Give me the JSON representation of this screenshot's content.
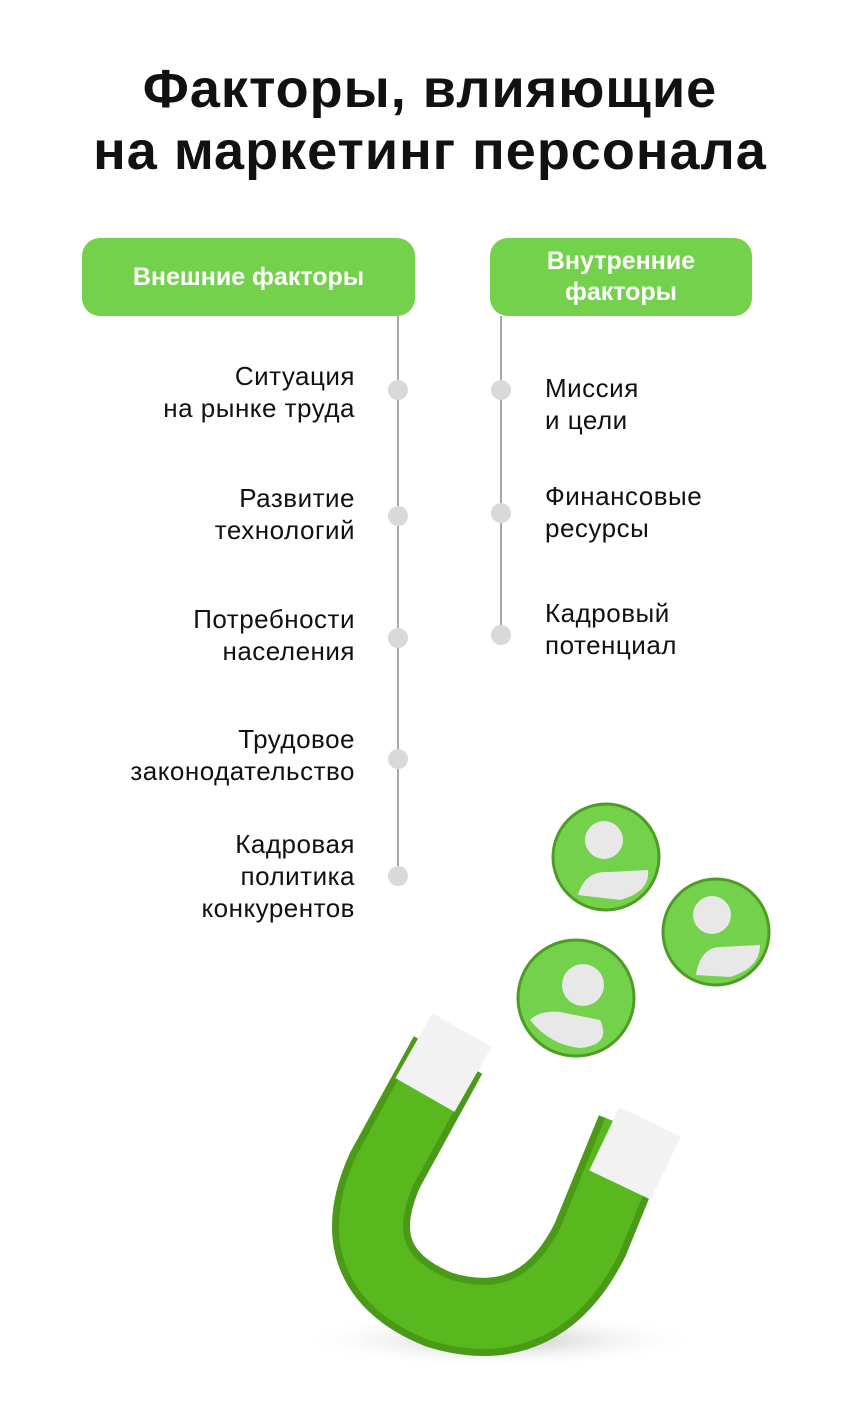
{
  "title": {
    "line1": "Факторы, влияющие",
    "line2": "на маркетинг персонала"
  },
  "external": {
    "header": "Внешние факторы",
    "items": [
      {
        "line1": "Ситуация",
        "line2": "на рынке труда"
      },
      {
        "line1": "Развитие",
        "line2": "технологий"
      },
      {
        "line1": "Потребности",
        "line2": "населения"
      },
      {
        "line1": "Трудовое",
        "line2": "законодательство"
      },
      {
        "line1": "Кадровая",
        "line2": "политика",
        "line3": "конкурентов"
      }
    ]
  },
  "internal": {
    "header_line1": "Внутренние",
    "header_line2": "факторы",
    "items": [
      {
        "line1": "Миссия",
        "line2": "и цели"
      },
      {
        "line1": "Финансовые",
        "line2": "ресурсы"
      },
      {
        "line1": "Кадровый",
        "line2": "потенциал"
      }
    ]
  },
  "colors": {
    "accent": "#74d14c",
    "magnet": "#5ab81f",
    "dot": "#d9d9d9"
  }
}
